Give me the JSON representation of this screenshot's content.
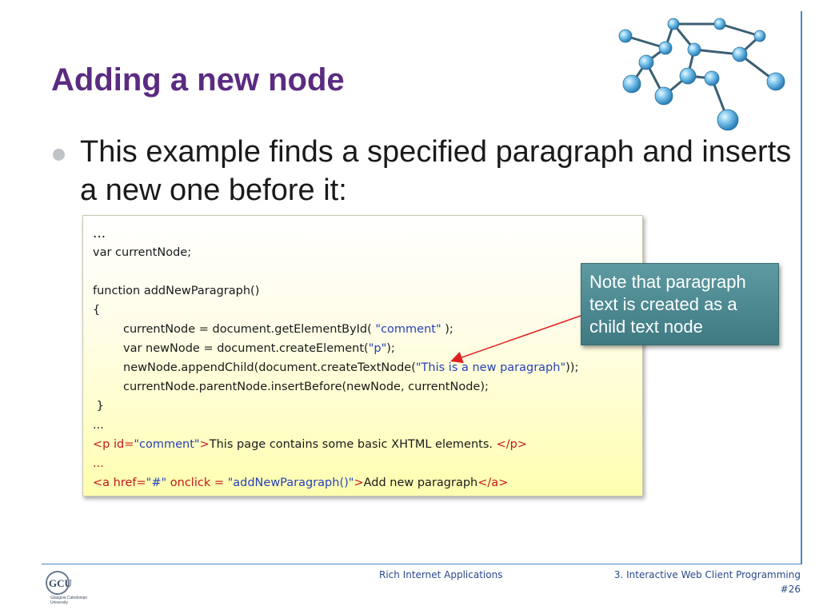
{
  "slide": {
    "title": "Adding a new node",
    "bullet": "This example finds a specified paragraph and inserts a new one before it:",
    "note": "Note that paragraph text is created as a child text node"
  },
  "code": {
    "l01": "...",
    "l02": "var currentNode;",
    "l04": "function addNewParagraph()",
    "l05": "{",
    "l06a": "currentNode = document.getElementById( ",
    "l06b": "\"comment\"",
    "l06c": " );",
    "l07a": "var newNode = document.createElement(",
    "l07b": "\"p\"",
    "l07c": ");",
    "l08a": "newNode.appendChild(document.createTextNode(",
    "l08b": "\"This is a new paragraph\"",
    "l08c": "));",
    "l09": "currentNode.parentNode.insertBefore(newNode, currentNode);",
    "l10": " }",
    "l11": "...",
    "l12a": "<p id=",
    "l12b": "\"comment\"",
    "l12c": ">",
    "l12d": "This page contains some basic XHTML elements. ",
    "l12e": "</p>",
    "l13": "...",
    "l14a": "<a href=",
    "l14b": "\"#\"",
    "l14c": " onclick = ",
    "l14d": "\"addNewParagraph()\"",
    "l14e": ">",
    "l14f": "Add new paragraph",
    "l14g": "</a>"
  },
  "footer": {
    "course": "Rich Internet Applications",
    "section": "3. Interactive Web Client Programming",
    "page": "#26",
    "logo_main": "GCU",
    "logo_sub1": "Glasgow Caledonian",
    "logo_sub2": "University"
  },
  "colors": {
    "title": "#5a2b81",
    "rule": "#4b86c2",
    "string": "#2840b8",
    "tag": "#c0161c",
    "note_bg": "#4a8a92"
  },
  "icons": {
    "molecule": "molecule-network-icon",
    "bullet": "bullet-dot-icon"
  }
}
